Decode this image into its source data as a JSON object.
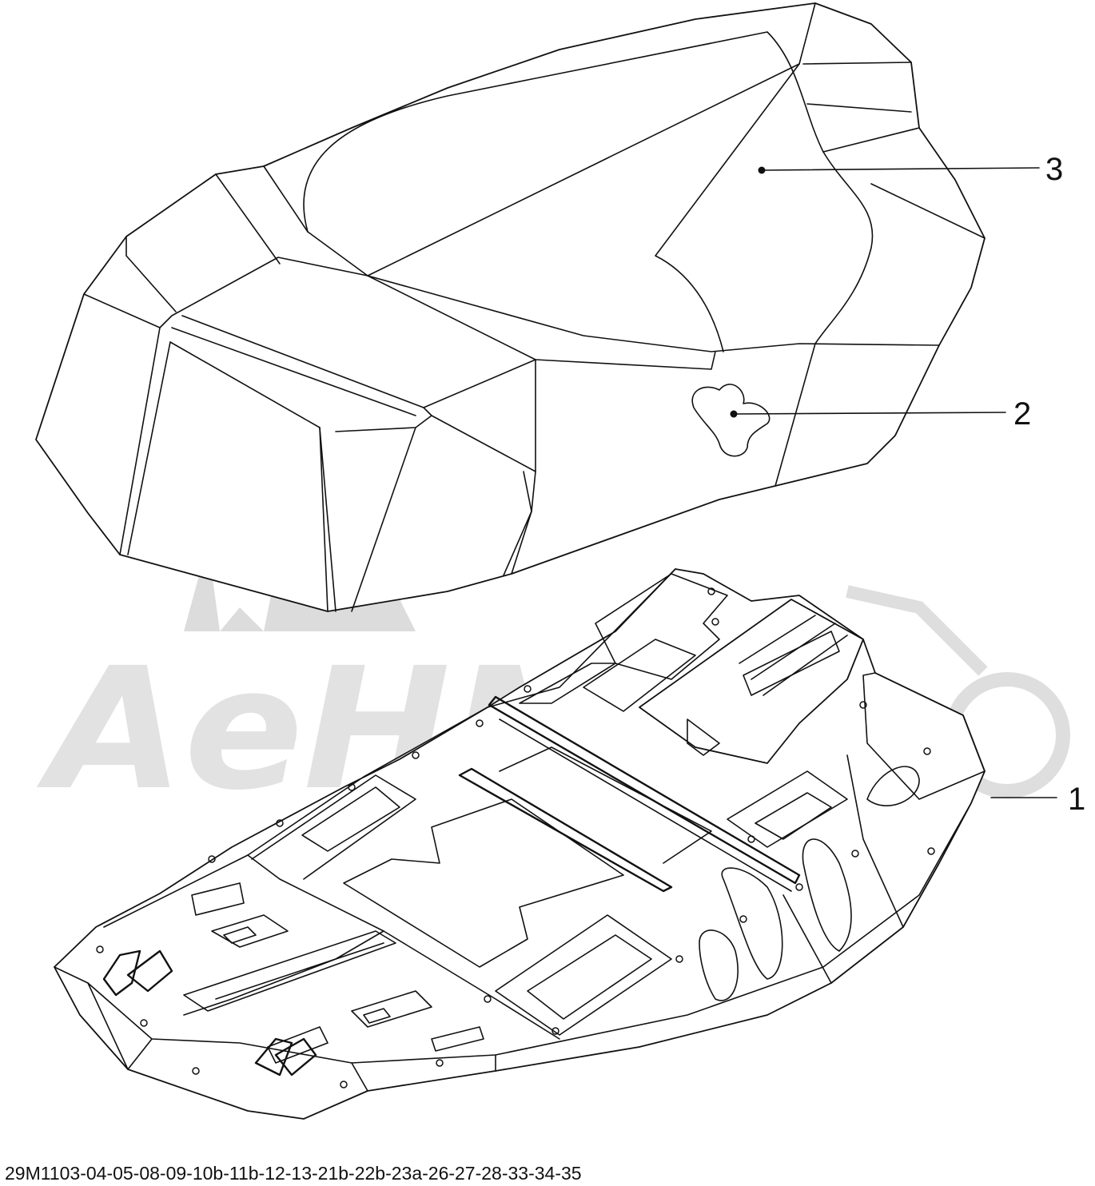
{
  "callouts": [
    {
      "number": "3",
      "part": "seat-cover"
    },
    {
      "number": "2",
      "part": "logo-badge"
    },
    {
      "number": "1",
      "part": "seat-base"
    }
  ],
  "watermark": {
    "text": "AeHMoto"
  },
  "drawing_code": "29M1103-04-05-08-09-10b-11b-12-13-21b-22b-23a-26-27-28-33-34-35",
  "colors": {
    "line": "#111111",
    "background": "#ffffff",
    "watermark": "#dcdcdc"
  }
}
